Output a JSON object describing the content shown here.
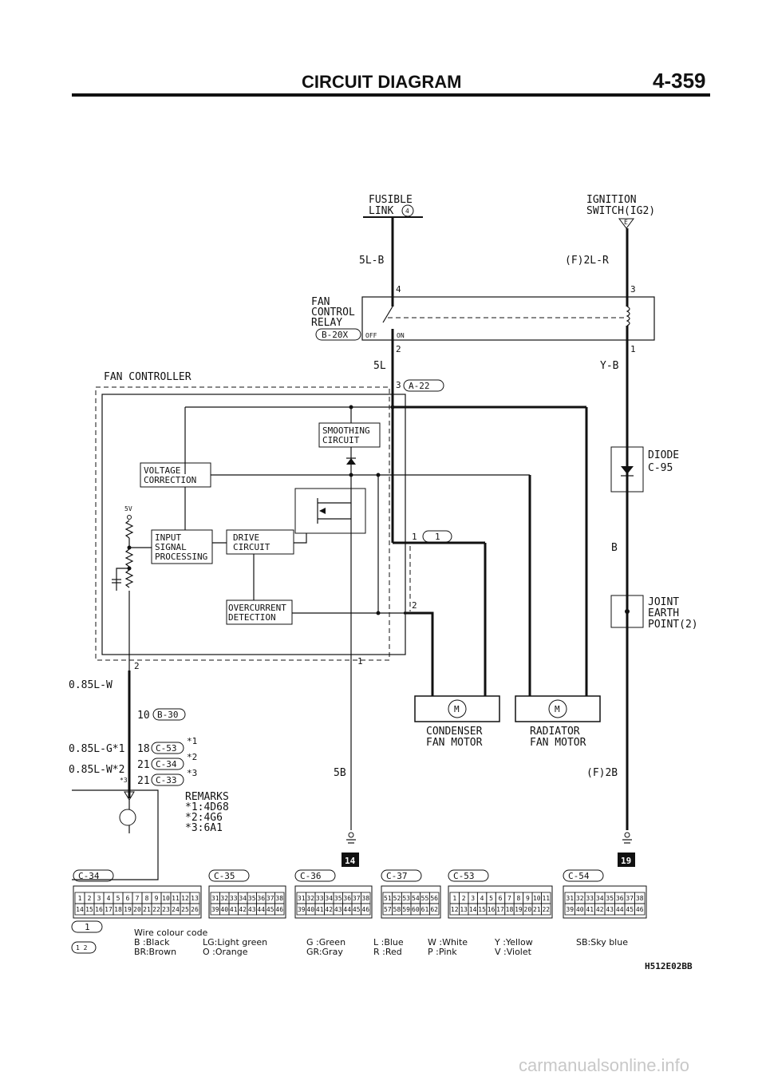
{
  "header": {
    "title": "CIRCUIT DIAGRAM",
    "page_number": "4-359"
  },
  "top": {
    "fusible_link_line1": "FUSIBLE",
    "fusible_link_line2": "LINK",
    "fusible_link_num": "4",
    "ignition_line1": "IGNITION",
    "ignition_line2": "SWITCH(IG2)",
    "ignition_pin": "E",
    "wire_5lb": "5L-B",
    "wire_f2lr": "(F)2L-R"
  },
  "relay": {
    "line1": "FAN",
    "line2": "CONTROL",
    "line3": "RELAY",
    "connector": "B-20X",
    "off": "OFF",
    "on": "ON",
    "pin4": "4",
    "pin3": "3",
    "pin2": "2",
    "pin1": "1",
    "wire_5l": "5L",
    "wire_yb": "Y-B"
  },
  "controller": {
    "title": "FAN CONTROLLER",
    "pin3": "3",
    "connector": "A-22",
    "smoothing1": "SMOOTHING",
    "smoothing2": "CIRCUIT",
    "voltage1": "VOLTAGE",
    "voltage2": "CORRECTION",
    "input1": "INPUT",
    "input2": "SIGNAL",
    "input3": "PROCESSING",
    "drive1": "DRIVE",
    "drive2": "CIRCUIT",
    "over1": "OVERCURRENT",
    "over2": "DETECTION",
    "five_v": "5V",
    "pin_bottom_left": "2",
    "pin_bottom_right": "1",
    "out_pin1": "1",
    "out_conn": "1",
    "out_pin2": "2"
  },
  "right_side": {
    "diode1": "DIODE",
    "diode2": "C-95",
    "wire_b": "B",
    "joint1": "JOINT",
    "joint2": "EARTH",
    "joint3": "POINT(2)",
    "wire_f2b": "(F)2B",
    "earth_num": "19"
  },
  "motors": {
    "condenser1": "CONDENSER",
    "condenser2": "FAN MOTOR",
    "radiator1": "RADIATOR",
    "radiator2": "FAN MOTOR",
    "m": "M"
  },
  "left_side": {
    "wire_085lw": "0.85L-W",
    "pin10": "10",
    "conn_b30": "B-30",
    "wire_085lg": "0.85L-G*1",
    "pin18": "18",
    "conn_c53": "C-53",
    "star1": "*1",
    "wire_085lw2": "0.85L-W*2",
    "star3_small": "*3",
    "pin21": "21",
    "conn_c34": "C-34",
    "star2": "*2",
    "pin21b": "21",
    "conn_c33": "C-33",
    "star3": "*3",
    "wire_5b": "5B",
    "earth_num": "14",
    "remarks_title": "REMARKS",
    "remark1": "*1:4D68",
    "remark2": "*2:4G6",
    "remark3": "*3:6A1"
  },
  "connectors": [
    {
      "name": "C-34",
      "rows": [
        [
          "1",
          "2",
          "3",
          "4",
          "5",
          "6",
          "7",
          "8",
          "9",
          "10",
          "11",
          "12",
          "13"
        ],
        [
          "14",
          "15",
          "16",
          "17",
          "18",
          "19",
          "20",
          "21",
          "22",
          "23",
          "24",
          "25",
          "26"
        ]
      ]
    },
    {
      "name": "C-35",
      "rows": [
        [
          "31",
          "32",
          "33",
          "34",
          "35",
          "36",
          "37",
          "38"
        ],
        [
          "39",
          "40",
          "41",
          "42",
          "43",
          "44",
          "45",
          "46"
        ]
      ]
    },
    {
      "name": "C-36",
      "rows": [
        [
          "31",
          "32",
          "33",
          "34",
          "35",
          "36",
          "37",
          "38"
        ],
        [
          "39",
          "40",
          "41",
          "42",
          "43",
          "44",
          "45",
          "46"
        ]
      ]
    },
    {
      "name": "C-37",
      "rows": [
        [
          "51",
          "52",
          "53",
          "54",
          "55",
          "56"
        ],
        [
          "57",
          "58",
          "59",
          "60",
          "61",
          "62"
        ]
      ]
    },
    {
      "name": "C-53",
      "rows": [
        [
          "1",
          "2",
          "3",
          "4",
          "5",
          "6",
          "7",
          "8",
          "9",
          "10",
          "11"
        ],
        [
          "12",
          "13",
          "14",
          "15",
          "16",
          "17",
          "18",
          "19",
          "20",
          "21",
          "22"
        ]
      ]
    },
    {
      "name": "C-54",
      "rows": [
        [
          "31",
          "32",
          "33",
          "34",
          "35",
          "36",
          "37",
          "38"
        ],
        [
          "39",
          "40",
          "41",
          "42",
          "43",
          "44",
          "45",
          "46"
        ]
      ]
    }
  ],
  "footer": {
    "small_conn": "1",
    "small_conn2": "1 2",
    "legend_title": "Wire colour code",
    "legend_row1": [
      "B :Black",
      "LG:Light green",
      "G :Green",
      "L :Blue",
      "W :White",
      "Y :Yellow",
      "SB:Sky blue"
    ],
    "legend_row2": [
      "BR:Brown",
      "O :Orange",
      "GR:Gray",
      "R :Red",
      "P :Pink",
      "V :Violet"
    ],
    "code": "H512E02BB",
    "watermark": "carmanualsonline.info"
  }
}
